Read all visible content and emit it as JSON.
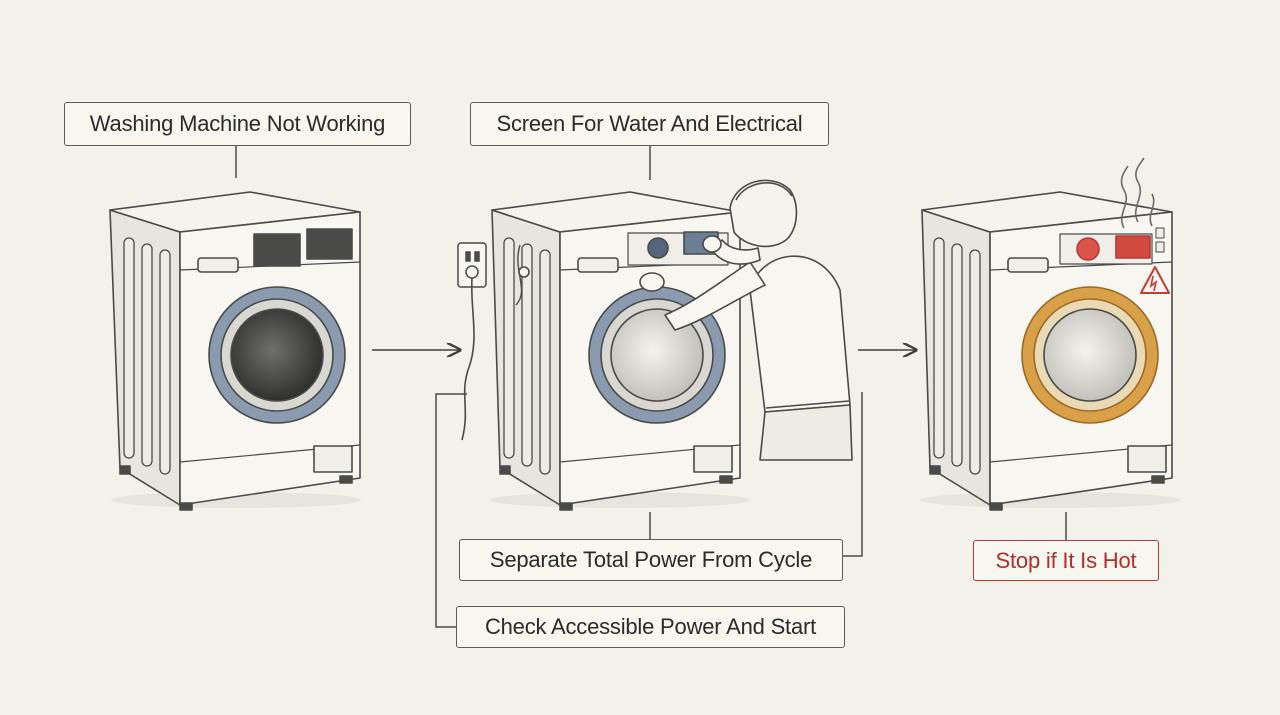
{
  "steps": {
    "not_working": "Washing Machine Not Working",
    "screen": "Screen For Water And Electrical",
    "separate": "Separate Total Power From Cycle",
    "check": "Check Accessible Power And Start",
    "stop": "Stop if It Is Hot"
  },
  "colors": {
    "background": "#f2f1ea",
    "ink": "#4a4a48",
    "door_normal": "#8a9bb0",
    "door_hot": "#d9a04a",
    "warning": "#c8392f"
  },
  "icons": [
    "power-outlet-icon",
    "warning-triangle-icon",
    "steam-icon",
    "arrow-icon"
  ]
}
